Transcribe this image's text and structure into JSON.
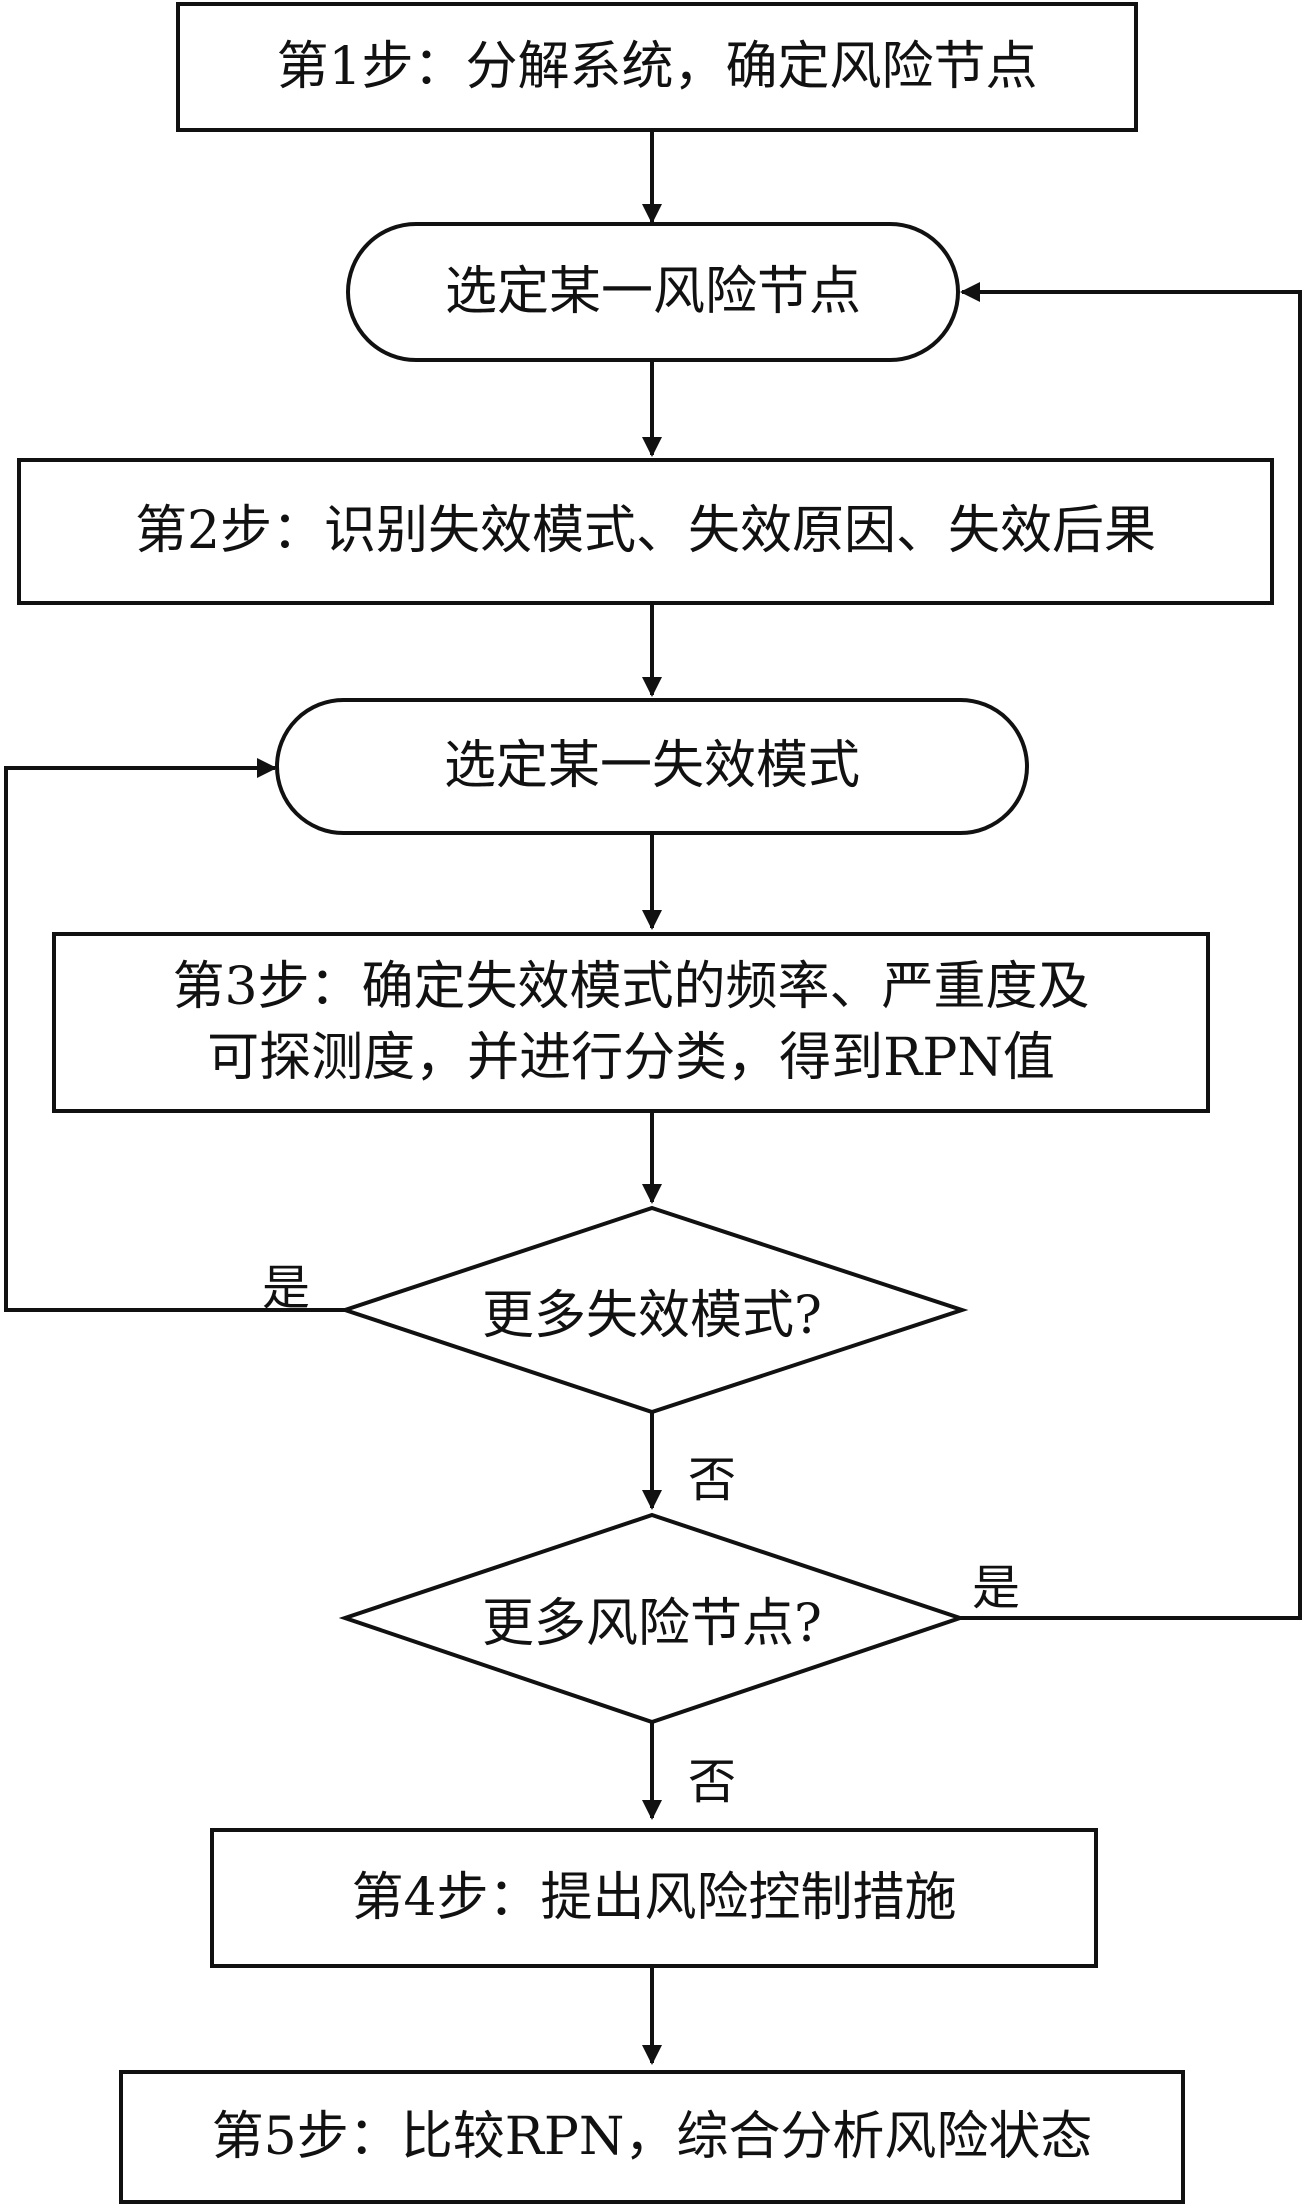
{
  "nodes": {
    "step1": "第1步：分解系统，确定风险节点",
    "select_node": "选定某一风险节点",
    "step2": "第2步：识别失效模式、失效原因、失效后果",
    "select_mode": "选定某一失效模式",
    "step3_line1": "第3步：确定失效模式的频率、严重度及",
    "step3_line2": "可探测度，并进行分类，得到RPN值",
    "decision_modes": "更多失效模式?",
    "decision_nodes": "更多风险节点?",
    "step4": "第4步：提出风险控制措施",
    "step5": "第5步：比较RPN，综合分析风险状态"
  },
  "labels": {
    "yes_modes": "是",
    "no_modes": "否",
    "yes_nodes": "是",
    "no_nodes": "否"
  },
  "colors": {
    "stroke": "#111111",
    "background": "#ffffff"
  }
}
